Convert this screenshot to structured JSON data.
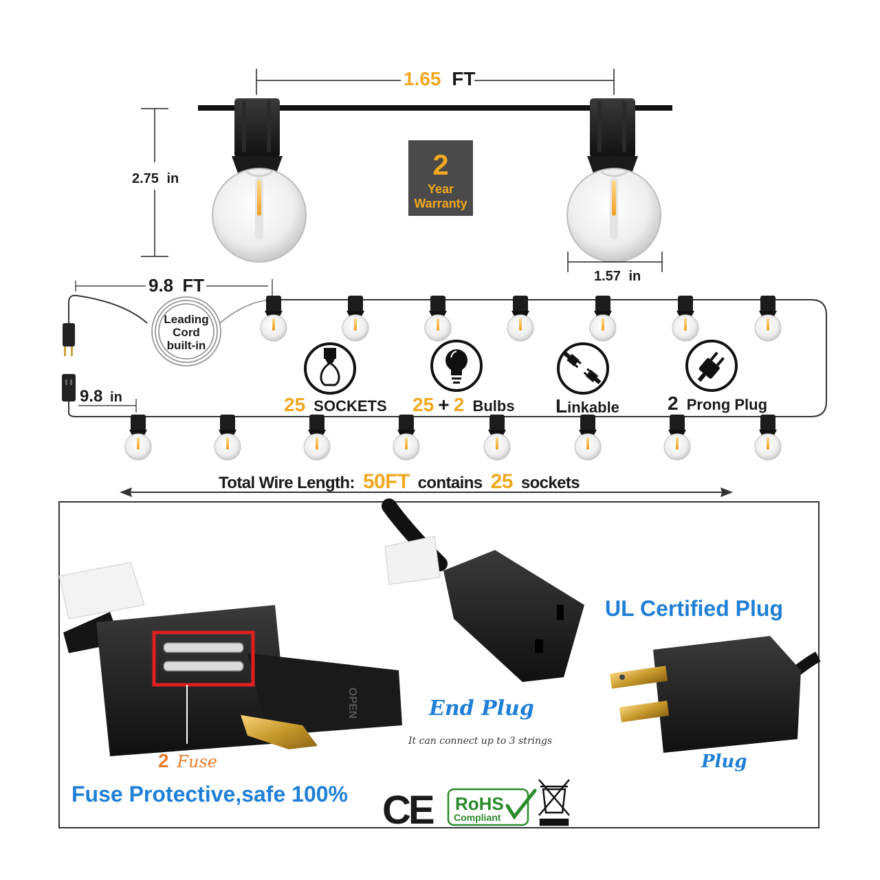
{
  "dimensions": {
    "spacing_value": "1.65",
    "spacing_unit": "FT",
    "height_value": "2.75",
    "height_unit": "in",
    "diameter_value": "1.57",
    "diameter_unit": "in",
    "lead_value": "9.8",
    "lead_unit": "FT",
    "end_value": "9.8",
    "end_unit": "in"
  },
  "warranty": {
    "number": "2",
    "line1": "Year",
    "line2": "Warranty"
  },
  "lead_label": [
    "Leading",
    "Cord",
    "built-in"
  ],
  "features": [
    {
      "icon": "socket-icon",
      "num": "25",
      "text": "SOCKETS"
    },
    {
      "icon": "bulb-icon",
      "num": "25",
      "sep": "+",
      "num2": "2",
      "text": "Bulbs"
    },
    {
      "icon": "link-plug-icon",
      "first": "L",
      "text": "inkable"
    },
    {
      "icon": "prong-plug-icon",
      "num": "2",
      "text": "Prong Plug"
    }
  ],
  "total": {
    "prefix": "Total Wire Length:",
    "length": "50FT",
    "mid": "contains",
    "count": "25",
    "suffix": "sockets"
  },
  "photo": {
    "fuse_num": "2",
    "fuse_word": "Fuse",
    "fuse_protective": "Fuse Protective,safe 100%",
    "end_plug": "End Plug",
    "end_plug_sub": "It can connect up to 3 strings",
    "ul_certified": "UL Certified Plug",
    "plug": "Plug",
    "ce": "CE",
    "rohs": "RoHS",
    "rohs_sub": "Compliant",
    "fuse_box_top": "OPEN"
  },
  "colors": {
    "gold": "#f0a820",
    "blue": "#1f7fd6",
    "red_frame": "#e02020",
    "warranty_bg": "#4a4a4a"
  }
}
